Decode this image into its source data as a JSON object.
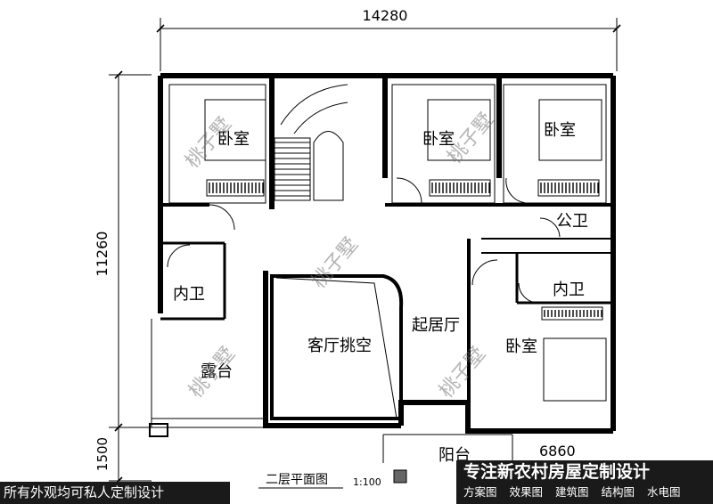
{
  "dimensions": {
    "top_width": "14280",
    "left_height": "11260",
    "left_bottom": "1500",
    "bottom_right": "6860"
  },
  "rooms": {
    "bedroom_1": "卧室",
    "bedroom_2": "卧室",
    "bedroom_3": "卧室",
    "bedroom_4": "卧室",
    "public_bath": "公卫",
    "ensuite_left": "内卫",
    "ensuite_right": "内卫",
    "living_void": "客厅挑空",
    "family_room": "起居厅",
    "terrace": "露台",
    "balcony": "阳台"
  },
  "drawing": {
    "title": "二层平面图",
    "scale": "1:100"
  },
  "watermark": "桃子墅",
  "banners": {
    "bottom_left": "所有外观均可私人定制设计",
    "right_title": "专注新农村房屋定制设计",
    "right_items": [
      "方案图",
      "效果图",
      "建筑图",
      "结构图",
      "水电图"
    ]
  }
}
